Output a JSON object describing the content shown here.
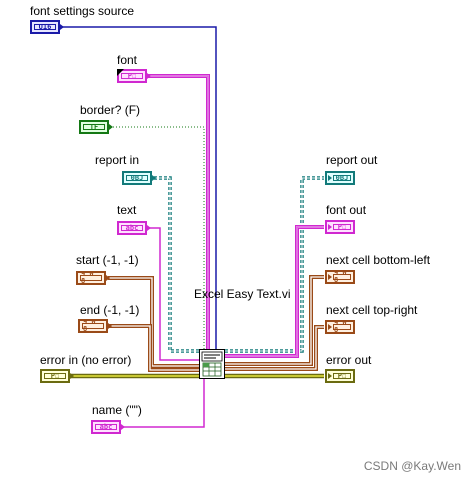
{
  "vi": {
    "title": "Excel Easy Text.vi",
    "icon": "spreadsheet-text-icon"
  },
  "inputs": [
    {
      "id": "font-settings-source",
      "label": "font settings source",
      "badge": "U16",
      "color": "#1a1aa8",
      "kind": "enum"
    },
    {
      "id": "font",
      "label": "font",
      "badge": "P☐",
      "color": "#d028d0",
      "kind": "cluster"
    },
    {
      "id": "border",
      "label": "border? (F)",
      "badge": "TF",
      "color": "#147814",
      "kind": "bool"
    },
    {
      "id": "report-in",
      "label": "report in",
      "badge": "0BJ",
      "color": "#127a7a",
      "kind": "refnum"
    },
    {
      "id": "text",
      "label": "text",
      "badge": "abc",
      "color": "#d028d0",
      "kind": "string"
    },
    {
      "id": "start",
      "label": "start (-1, -1)",
      "badge": "9 0 8",
      "color": "#9a4a18",
      "kind": "cluster"
    },
    {
      "id": "end",
      "label": "end (-1, -1)",
      "badge": "9 0 8",
      "color": "#9a4a18",
      "kind": "cluster"
    },
    {
      "id": "error-in",
      "label": "error in (no error)",
      "badge": "P☐",
      "color": "#6b6b10",
      "kind": "cluster"
    },
    {
      "id": "name",
      "label": "name (\"\")",
      "badge": "abc",
      "color": "#d028d0",
      "kind": "string"
    }
  ],
  "outputs": [
    {
      "id": "report-out",
      "label": "report out",
      "badge": "0BJ",
      "color": "#127a7a",
      "kind": "refnum"
    },
    {
      "id": "font-out",
      "label": "font out",
      "badge": "P☐",
      "color": "#d028d0",
      "kind": "cluster"
    },
    {
      "id": "next-cell-bottom-left",
      "label": "next cell bottom-left",
      "badge": "9 0 8",
      "color": "#9a4a18",
      "kind": "cluster"
    },
    {
      "id": "next-cell-top-right",
      "label": "next cell top-right",
      "badge": "9 0 8",
      "color": "#9a4a18",
      "kind": "cluster"
    },
    {
      "id": "error-out",
      "label": "error out",
      "badge": "P☐",
      "color": "#6b6b10",
      "kind": "cluster"
    }
  ],
  "wire_colors": {
    "enum": "#1a1aa8",
    "string": "#d028d0",
    "bool": "#147814",
    "refnum": "#127a7a",
    "cluster_num": "#9a4a18",
    "error": "#6b6b10"
  },
  "watermark": "CSDN @Kay.Wen"
}
